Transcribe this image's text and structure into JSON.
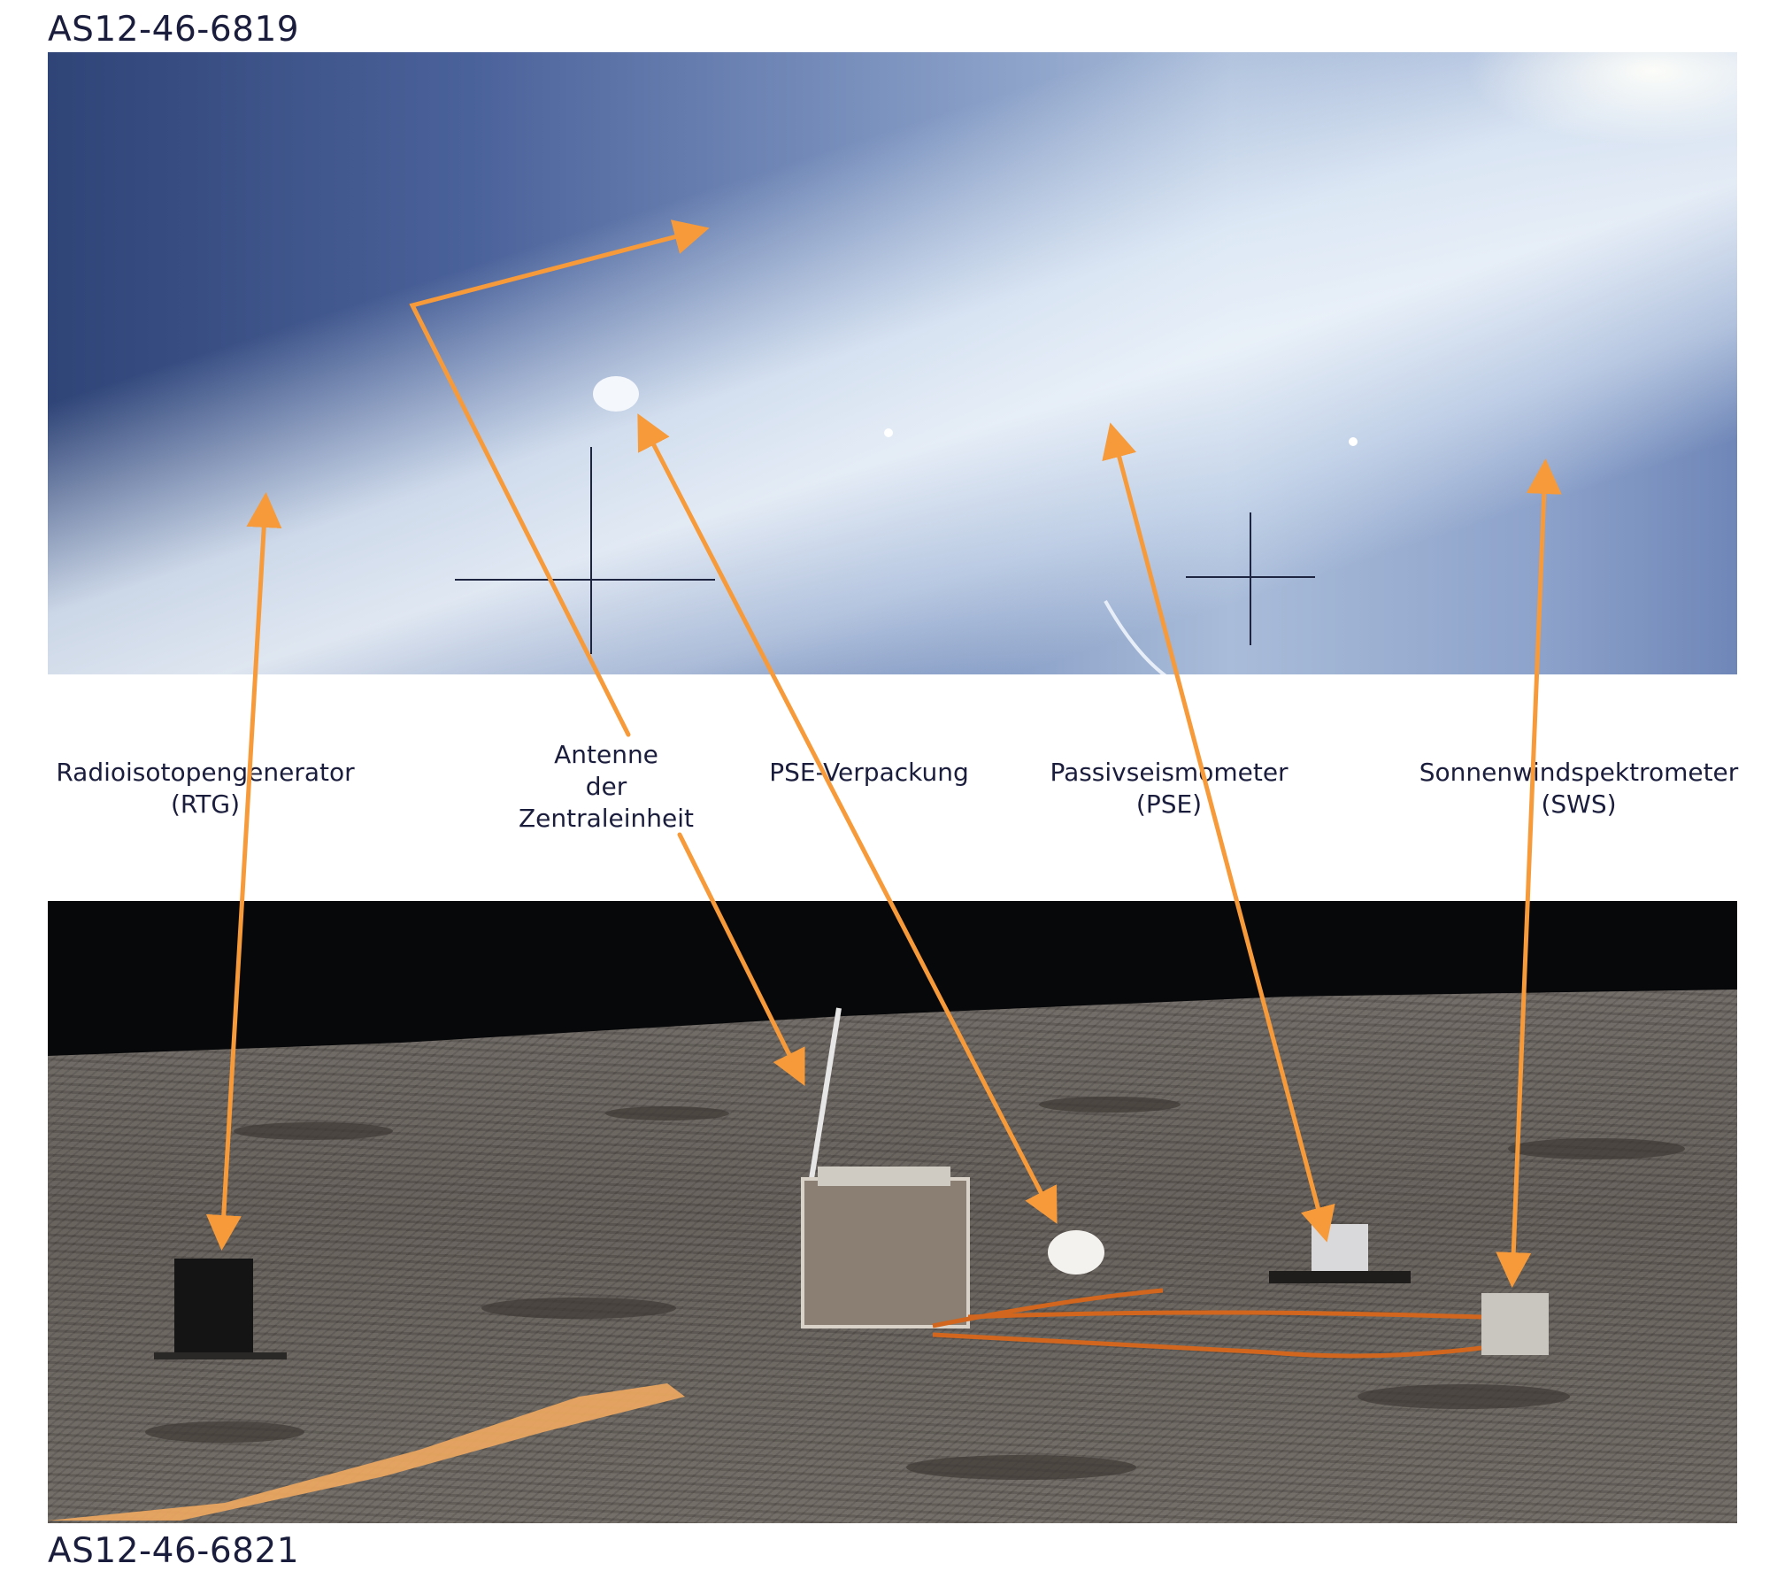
{
  "photos": {
    "top_id": "AS12-46-6819",
    "bottom_id": "AS12-46-6821"
  },
  "labels": {
    "rtg": {
      "line1": "Radioisotopengenerator",
      "line2": "(RTG)"
    },
    "antenna": {
      "line1": "Antenne",
      "line2": "der",
      "line3": "Zentraleinheit"
    },
    "pse_package": {
      "line1": "PSE-Verpackung"
    },
    "pse": {
      "line1": "Passivseismometer",
      "line2": "(PSE)"
    },
    "sws": {
      "line1": "Sonnenwindspektrometer",
      "line2": "(SWS)"
    }
  },
  "colors": {
    "arrow": "#f79a3a",
    "text": "#1b1d3c"
  }
}
